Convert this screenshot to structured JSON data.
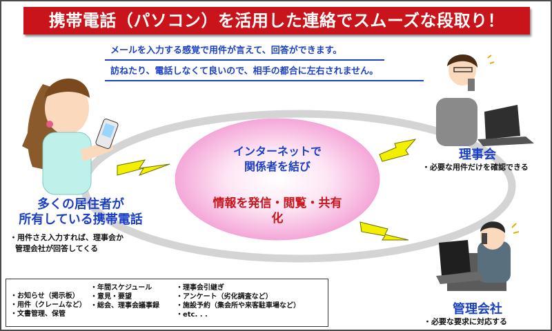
{
  "title": "携帯電話（パソコン）を活用した連絡でスムーズな段取り！",
  "intro": {
    "line1": "メールを入力する感覚で用件が言えて、回答ができます。",
    "line2": "訪ねたり、電話しなくて良いので、相手の都合に左右されません。"
  },
  "center": {
    "primary_line1": "インターネットで",
    "primary_line2": "関係者を結び",
    "secondary": "情報を発信・閲覧・共有化"
  },
  "residents": {
    "label_line1": "多くの居住者が",
    "label_line2": "所有している携帯電話",
    "note_line1": "・用件さえ入力すれば、理事会か",
    "note_line2": "管理会社が回答してくる"
  },
  "board": {
    "label": "理事会",
    "note": "・必要な用件だけを確認できる"
  },
  "management": {
    "label": "管理会社",
    "note": "・必要な要求に対応する"
  },
  "features": {
    "col1": [
      "・お知らせ（掲示板）",
      "・用件（クレームなど）",
      "・文書管理、保管"
    ],
    "col2": [
      "・年間スケジュール",
      "・意見・要望",
      "・総会、理事会議事録"
    ],
    "col3": [
      "・理事会引継ぎ",
      "・アンケート（劣化調査など）",
      "・施設予約（集会所や来客駐車場など）",
      "・etc. . ."
    ]
  },
  "colors": {
    "banner_red": "#c9141b",
    "text_blue": "#1a3ec4",
    "hub_pink": "#f7a8d8",
    "bolt_yellow": "#f2f000"
  }
}
